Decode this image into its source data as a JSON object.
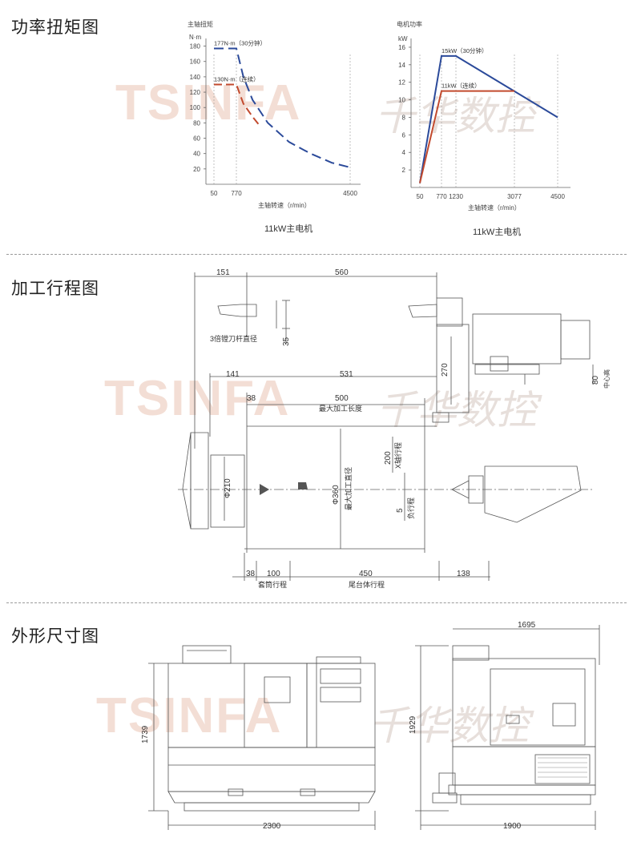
{
  "sections": [
    {
      "title": "功率扭矩图"
    },
    {
      "title": "加工行程图"
    },
    {
      "title": "外形尺寸图"
    }
  ],
  "watermark": {
    "text": "TSINFA",
    "cn": "千华数控"
  },
  "colors": {
    "blue": "#2b4a9a",
    "red": "#c24a2e",
    "axis": "#555555",
    "line": "#666666"
  },
  "torque_chart": {
    "type": "line",
    "title": "主轴扭矩",
    "unit": "N·m",
    "xlabel": "主轴转速（r/min）",
    "caption": "11kW主电机",
    "yticks": [
      20,
      40,
      60,
      80,
      100,
      120,
      140,
      160,
      180
    ],
    "xticks": [
      "50",
      "770",
      "4500"
    ],
    "ylim": [
      0,
      190
    ],
    "series": [
      {
        "name": "177N·m（30分钟）",
        "points": [
          [
            50,
            177
          ],
          [
            770,
            177
          ],
          [
            1000,
            140
          ],
          [
            1300,
            110
          ],
          [
            1800,
            80
          ],
          [
            2500,
            55
          ],
          [
            3200,
            40
          ],
          [
            3900,
            28
          ],
          [
            4500,
            22
          ]
        ]
      },
      {
        "name": "130N·m（连续）",
        "points": [
          [
            50,
            130
          ],
          [
            770,
            130
          ],
          [
            1000,
            105
          ],
          [
            1300,
            88
          ],
          [
            1500,
            78
          ]
        ]
      }
    ]
  },
  "power_chart": {
    "type": "line",
    "title": "电机功率",
    "unit": "kW",
    "xlabel": "主轴转速（r/min）",
    "caption": "11kW主电机",
    "yticks": [
      2,
      4,
      6,
      8,
      10,
      12,
      14,
      16
    ],
    "xticks": [
      "50",
      "770",
      "1230",
      "3077",
      "4500"
    ],
    "ylim": [
      0,
      17
    ],
    "series": [
      {
        "name": "15kW（30分钟）",
        "points": [
          [
            50,
            0.5
          ],
          [
            770,
            15
          ],
          [
            1230,
            15
          ],
          [
            4500,
            8
          ]
        ]
      },
      {
        "name": "11kW（连续）",
        "points": [
          [
            50,
            0.5
          ],
          [
            770,
            11
          ],
          [
            1230,
            11
          ],
          [
            3077,
            11
          ]
        ]
      }
    ]
  },
  "travel": {
    "d151": "151",
    "d560": "560",
    "d35": "35",
    "boring": "3倍镗刀杆直径",
    "d270": "270",
    "d80": "80",
    "center_height": "中心高",
    "d141": "141",
    "d531": "531",
    "d38": "38",
    "d500": "500",
    "max_len": "最大加工长度",
    "d200": "200",
    "x_travel": "X轴行程",
    "d5": "5",
    "neg_travel": "负行程",
    "d210": "Φ210",
    "d360": "Φ360",
    "max_dia": "最大加工直径",
    "b38": "38",
    "b100": "100",
    "b450": "450",
    "b138": "138",
    "quill": "套筒行程",
    "tail": "尾台体行程"
  },
  "outline": {
    "width": "2300",
    "height": "1739",
    "overall": "1695",
    "height2": "1929",
    "depth": "1900"
  }
}
